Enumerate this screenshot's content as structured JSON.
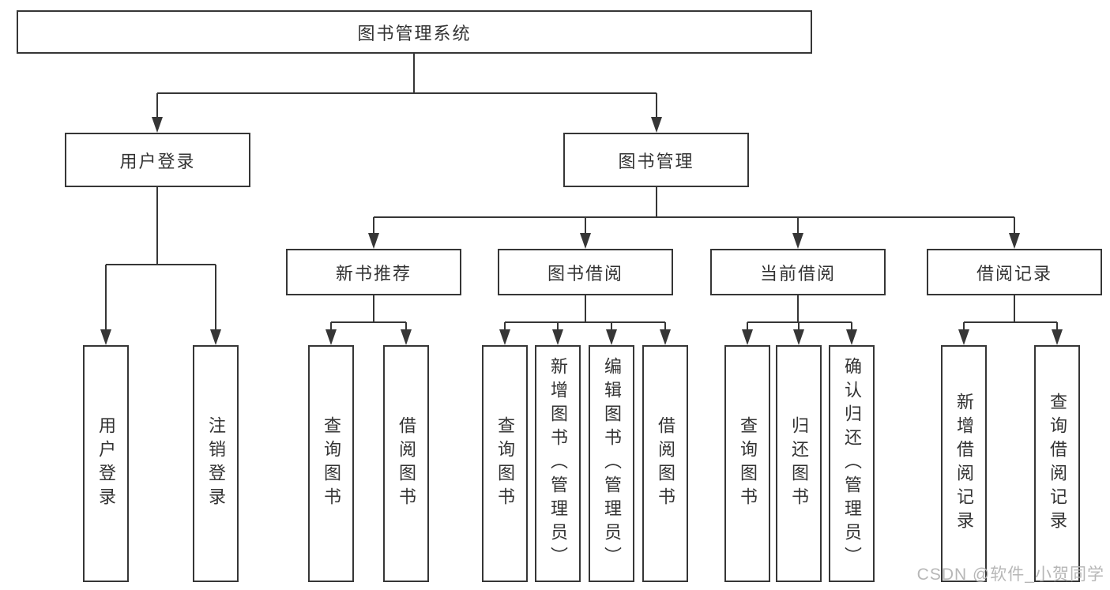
{
  "tree": {
    "label": "图书管理系统",
    "children": [
      {
        "label": "用户登录",
        "children": [
          {
            "label": "用户登录"
          },
          {
            "label": "注销登录"
          }
        ]
      },
      {
        "label": "图书管理",
        "children": [
          {
            "label": "新书推荐",
            "children": [
              {
                "label": "查询图书"
              },
              {
                "label": "借阅图书"
              }
            ]
          },
          {
            "label": "图书借阅",
            "children": [
              {
                "label": "查询图书"
              },
              {
                "label": "新增图书（管理员）"
              },
              {
                "label": "编辑图书（管理员）"
              },
              {
                "label": "借阅图书"
              }
            ]
          },
          {
            "label": "当前借阅",
            "children": [
              {
                "label": "查询图书"
              },
              {
                "label": "归还图书"
              },
              {
                "label": "确认归还（管理员）"
              }
            ]
          },
          {
            "label": "借阅记录",
            "children": [
              {
                "label": "新增借阅记录"
              },
              {
                "label": "查询借阅记录"
              }
            ]
          }
        ]
      }
    ]
  },
  "watermark": {
    "text": "CSDN @软件_小贺同学"
  },
  "colors": {
    "line": "#363636",
    "text": "#333333",
    "watermark": "#b7b7b7",
    "background": "#ffffff"
  }
}
